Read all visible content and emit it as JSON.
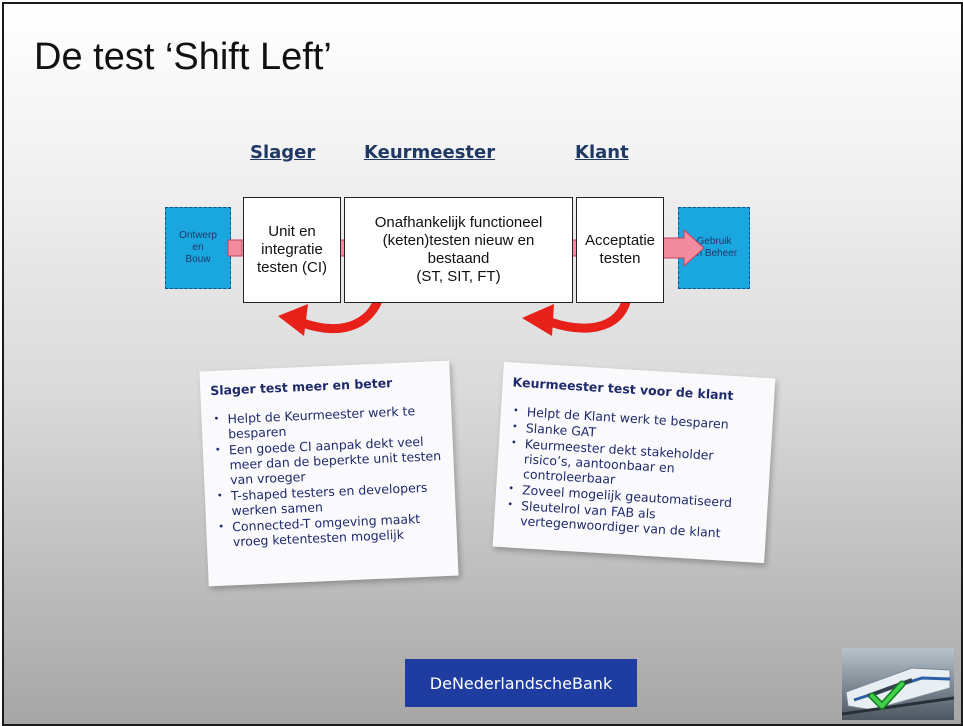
{
  "slide": {
    "title": "De test ‘Shift Left’",
    "roles": [
      "Slager",
      "Keurmeester",
      "Klant"
    ],
    "left_box": "Ontwerp\nen\nBouw",
    "right_box": "Gebruik\nen Beheer",
    "boxes": [
      "Unit en\nintegratie\ntesten (CI)",
      "Onafhankelijk functioneel\n(keten)testen nieuw en\nbestaand\n(ST, SIT, FT)",
      "Acceptatie\ntesten"
    ],
    "note_left": {
      "title": "Slager test meer en beter",
      "items": [
        "Helpt de Keurmeester werk te besparen",
        "Een goede CI aanpak dekt veel meer dan de beperkte unit testen van vroeger",
        "T-shaped testers en developers werken samen",
        "Connected-T omgeving maakt vroeg ketentesten mogelijk"
      ]
    },
    "note_right": {
      "title": "Keurmeester test voor de klant",
      "items": [
        "Helpt de Klant werk te besparen",
        "Slanke GAT",
        "Keurmeester dekt stakeholder risico’s, aantoonbaar en controleerbaar",
        "Zoveel mogelijk geautomatiseerd",
        "Sleutelrol van FAB als vertegenwoordiger van de klant"
      ]
    },
    "logo": {
      "part1": "De",
      "part2": "Nederlandsche",
      "part3": "Bank"
    },
    "colors": {
      "accent_blue": "#1aa7e0",
      "arrow_red": "#e8201a",
      "logo_blue": "#1f3ca0",
      "role_text": "#1f3864"
    }
  }
}
